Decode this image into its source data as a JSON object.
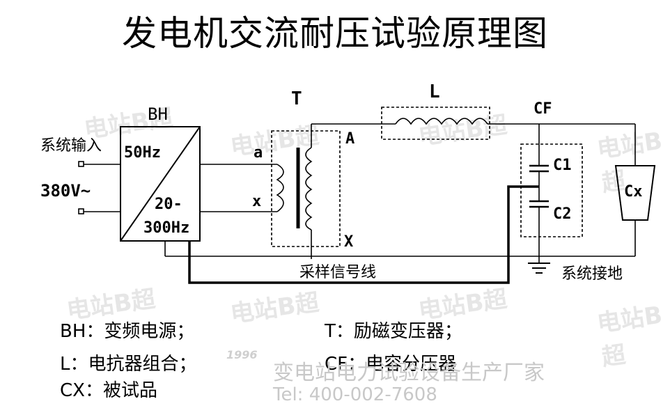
{
  "title": "发电机交流耐压试验原理图",
  "diagram": {
    "input_label": "系统输入",
    "voltage_label": "380V~",
    "bh_label": "BH",
    "bh_freq_in": "50Hz",
    "bh_freq_out_1": "20-",
    "bh_freq_out_2": "300Hz",
    "transformer_label": "T",
    "terminal_a": "a",
    "terminal_x": "x",
    "terminal_A": "A",
    "terminal_X": "X",
    "reactor_label": "L",
    "divider_label": "CF",
    "c1_label": "C1",
    "c2_label": "C2",
    "cx_label": "Cx",
    "signal_label": "采样信号线",
    "ground_label": "系统接地"
  },
  "legend": {
    "bh": "BH：变频电源；",
    "t": "T：励磁变压器；",
    "l": "L：电抗器组合；",
    "cf": "CF：电容分压器",
    "cx": "CX：被试品"
  },
  "watermark": "电站B超",
  "company": {
    "name": "变电站电力试验设备生产厂家",
    "tel": "Tel: 400-002-7608",
    "logo_year": "1996"
  }
}
